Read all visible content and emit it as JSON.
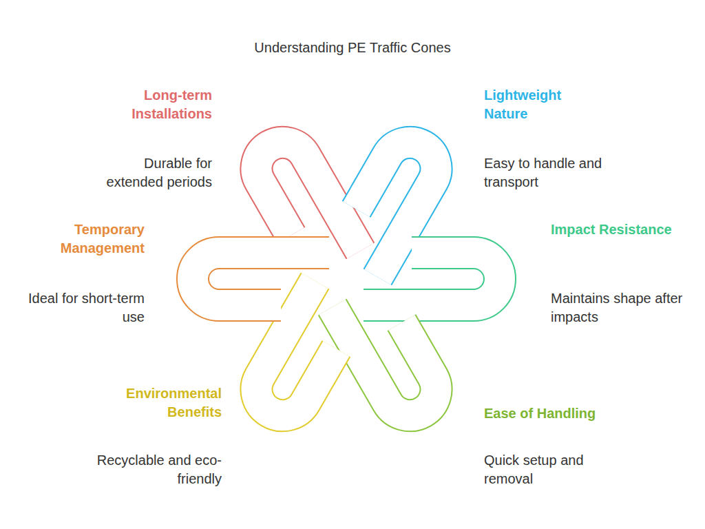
{
  "diagram": {
    "title": "Understanding PE Traffic Cones",
    "labels": [
      "Long-term Installations",
      "Lightweight Nature",
      "Durable for extended periods",
      "Easy to handle and transport",
      "Temporary Management",
      "Impact Resistance",
      "Ideal for short-term use",
      "Maintains shape after impacts",
      "Environmental Benefits",
      "Ease of Handling",
      "Recyclable and eco-friendly",
      "Quick setup and removal"
    ]
  }
}
